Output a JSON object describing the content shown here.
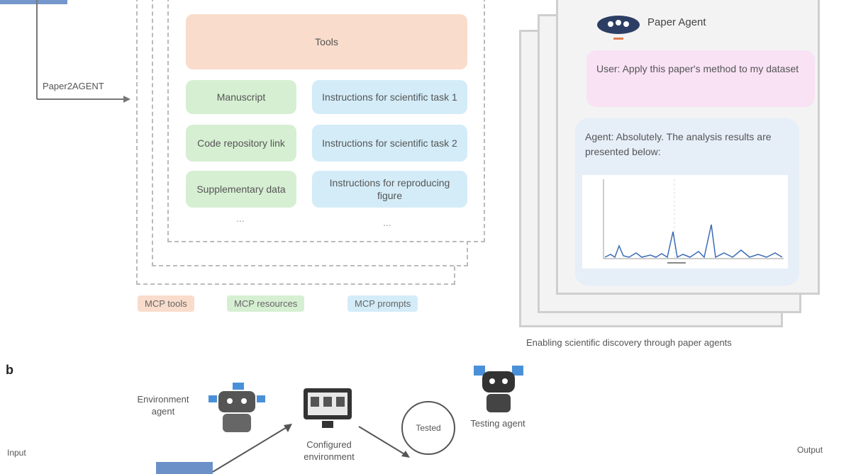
{
  "arrow_label": "Paper2AGENT",
  "boxes": {
    "top": "Tools",
    "left": [
      "Manuscript",
      "Code repository link",
      "Supplementary data"
    ],
    "right": [
      "Instructions for scientific task 1",
      "Instructions for scientific task 2",
      "Instructions for reproducing figure"
    ]
  },
  "ellipsis": "...",
  "legend": [
    "MCP tools",
    "MCP resources",
    "MCP prompts"
  ],
  "chat": {
    "header": "Paper Agent",
    "user_msg": "User: Apply this paper's method to my dataset",
    "agent_msg": "Agent: Absolutely. The analysis results are presented below:"
  },
  "caption": "Enabling scientific discovery through paper agents",
  "section_b": "b",
  "nodes": {
    "env_agent": "Environment agent",
    "configured_env": "Configured environment",
    "testing_agent": "Testing agent",
    "circle_label": "Tested",
    "input_label": "Input",
    "output_label": "Output"
  },
  "colors": {
    "tools": "#f9dccb",
    "resources": "#d6efd2",
    "prompts": "#d3ecf8",
    "user_bubble": "#f8e2f4",
    "agent_bubble": "#e6eef8",
    "accent": "#4a90d9"
  }
}
